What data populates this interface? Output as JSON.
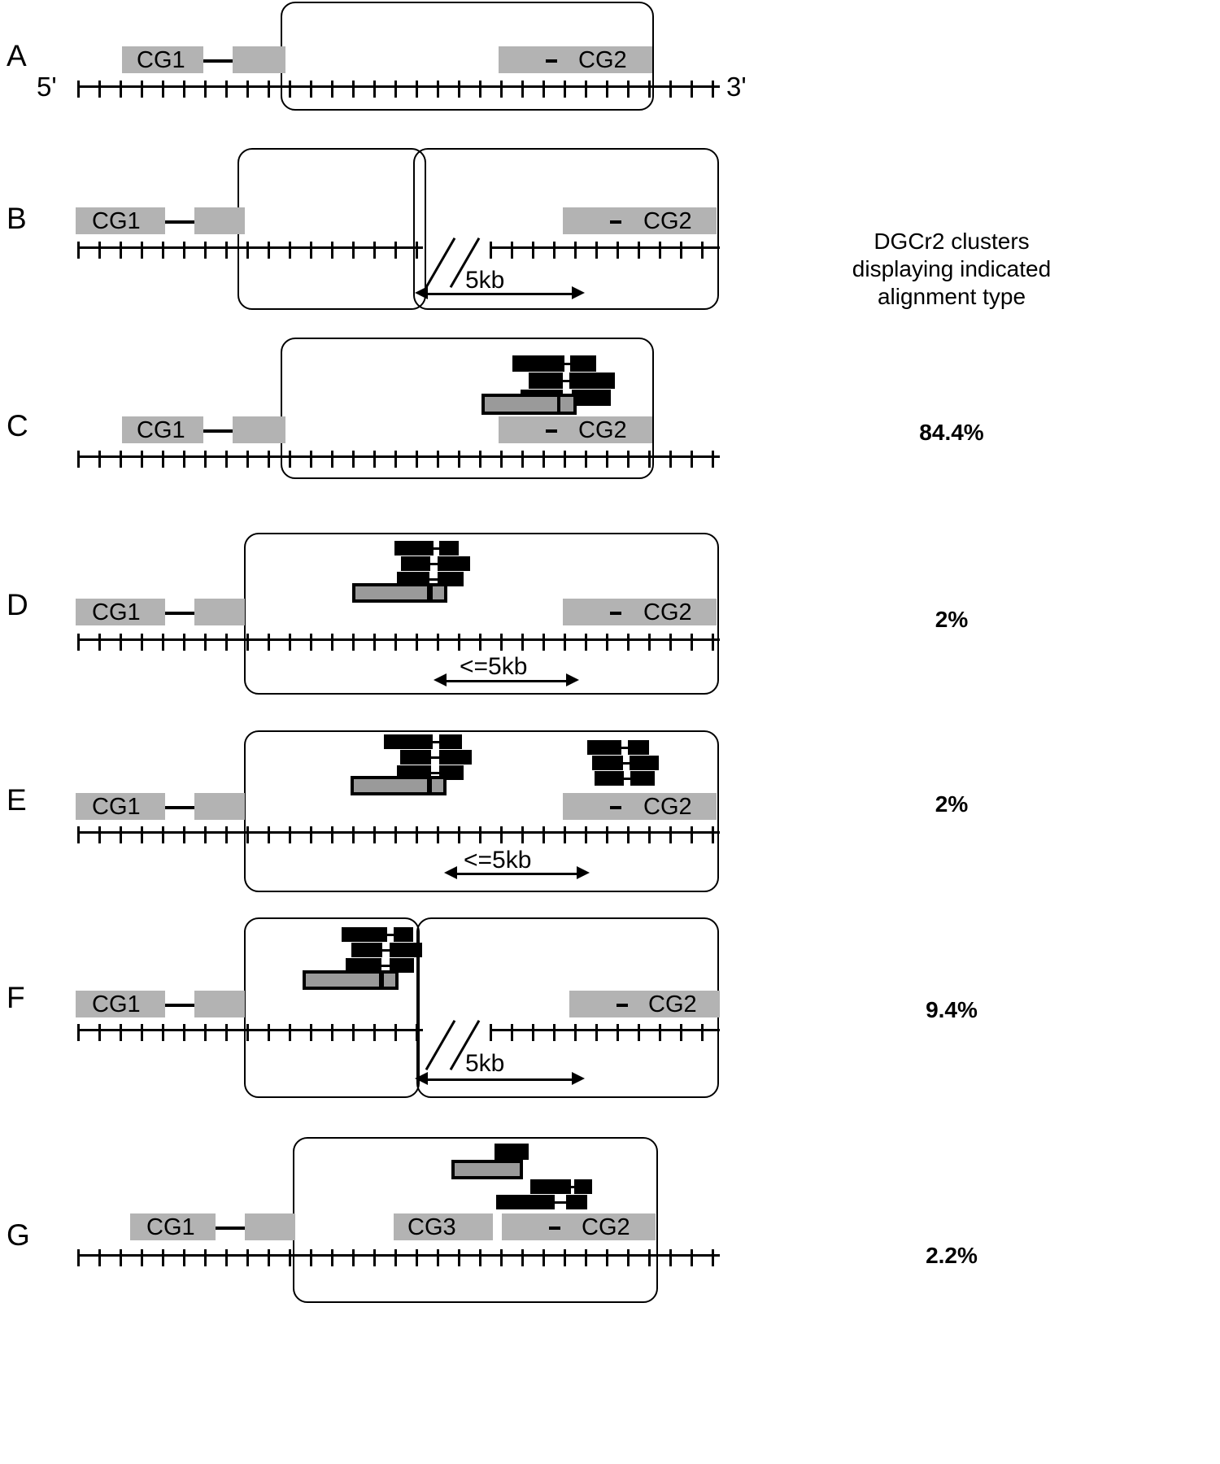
{
  "figure": {
    "end_5": "5'",
    "end_3": "3'",
    "column_header": "DGCr2 clusters displaying indicated alignment type"
  },
  "labels": {
    "cg1": "CG1",
    "cg2": "CG2",
    "cg3": "CG3",
    "kb5": "5kb",
    "kb5_le": "<=5kb"
  },
  "panels": [
    {
      "letter": "A",
      "percent": ""
    },
    {
      "letter": "B",
      "percent": ""
    },
    {
      "letter": "C",
      "percent": "84.4%"
    },
    {
      "letter": "D",
      "percent": "2%"
    },
    {
      "letter": "E",
      "percent": "2%"
    },
    {
      "letter": "F",
      "percent": "9.4%"
    },
    {
      "letter": "G",
      "percent": "2.2%"
    }
  ],
  "colors": {
    "cpg_grey": "#b3b3b3",
    "align_black": "#000000",
    "align_grey": "#9a9a9a",
    "background": "#ffffff"
  }
}
